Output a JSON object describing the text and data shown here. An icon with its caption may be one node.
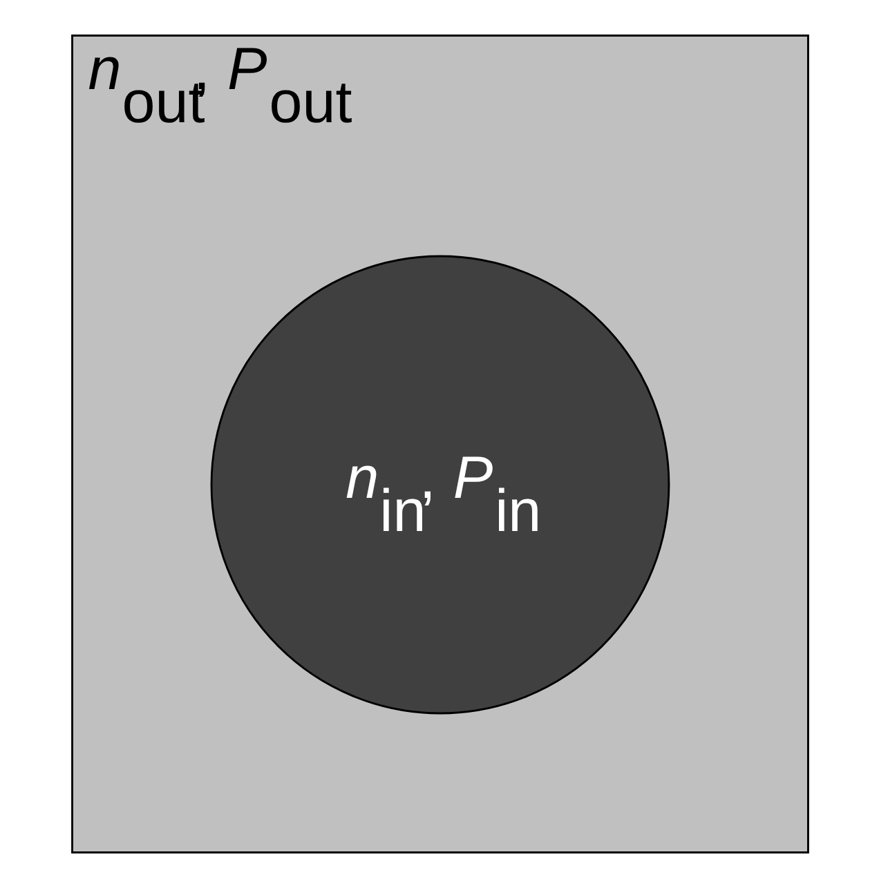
{
  "diagram": {
    "nodes": [
      {
        "text": [
          "*n*$_{out}$, *P*$_{out}$"
        ]
      },
      {
        "text": [
          "*n*$_{in}$, *P*$_{in}$"
        ],
        "in": 0
      }
    ]
  }
}
